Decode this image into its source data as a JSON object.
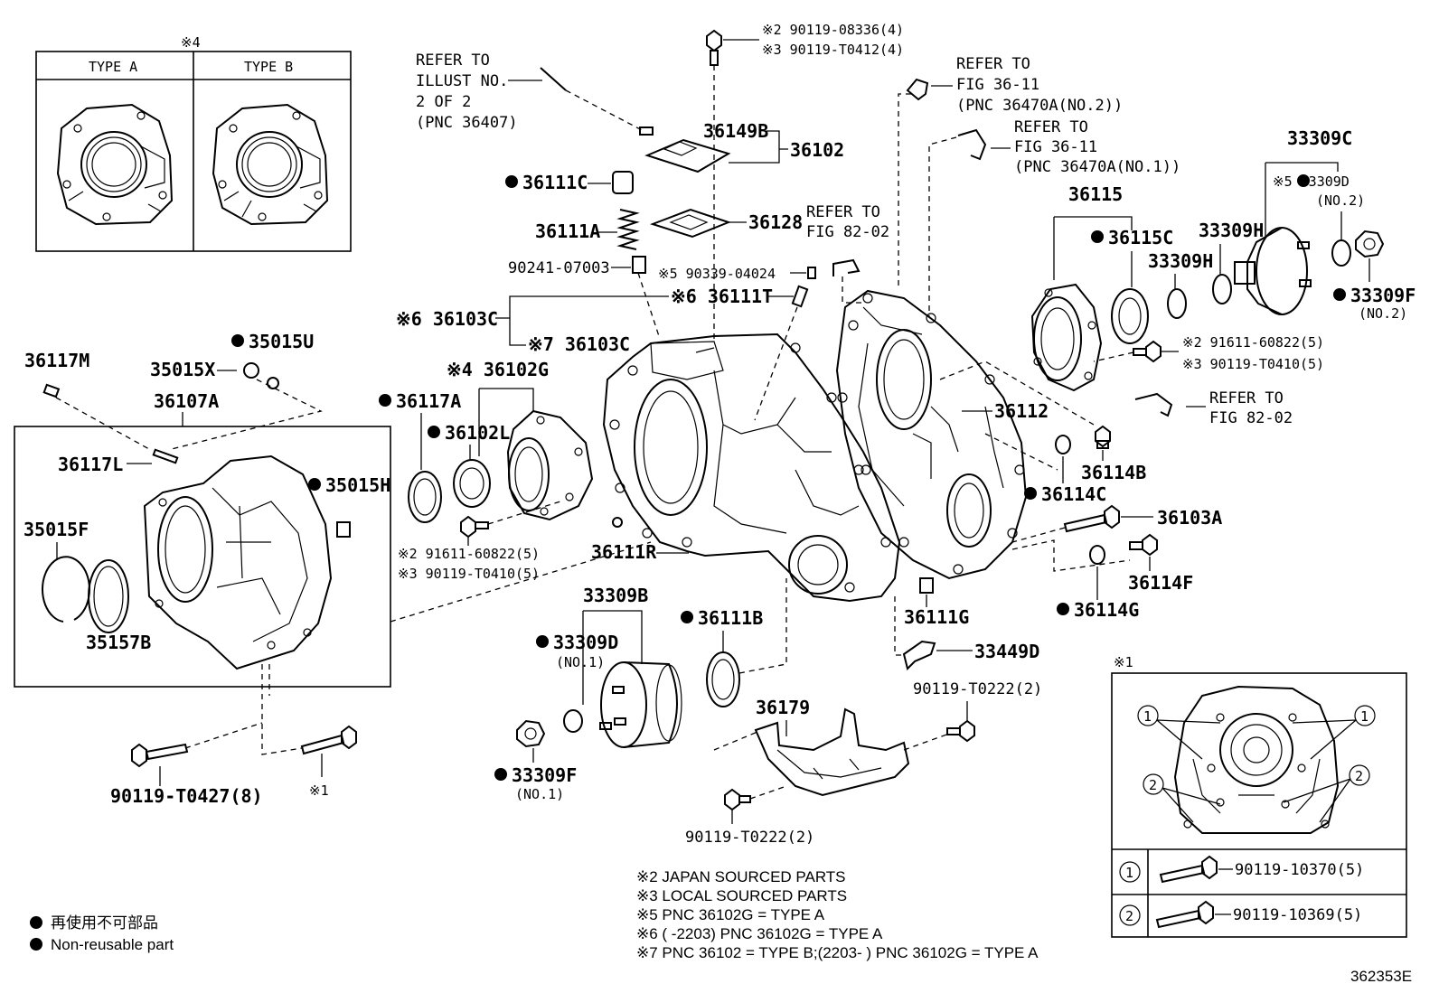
{
  "header": {
    "type_box_mark": "※4",
    "type_a": "TYPE A",
    "type_b": "TYPE B",
    "inset_mark": "※1"
  },
  "references": {
    "ref1": [
      "REFER TO",
      "ILLUST NO.",
      "2 OF 2",
      "(PNC 36407)"
    ],
    "ref2": [
      "REFER TO",
      "FIG 36-11",
      "(PNC 36470A(NO.2))"
    ],
    "ref3": [
      "REFER TO",
      "FIG 36-11",
      "(PNC 36470A(NO.1))"
    ],
    "ref4": [
      "REFER TO",
      "FIG 82-02"
    ],
    "ref5": [
      "REFER TO",
      "FIG 82-02"
    ]
  },
  "labels": {
    "p36117M": "36117M",
    "p35015X": "35015X",
    "p35015U": "35015U",
    "p36107A": "36107A",
    "p36117L": "36117L",
    "p35015H": "35015H",
    "p35015F": "35015F",
    "p35157B": "35157B",
    "p90119T0427": "90119-T0427(8)",
    "p_mark1": "※1",
    "p36111C": "36111C",
    "p36111A": "36111A",
    "p90241": "90241-07003",
    "p36149B": "36149B",
    "p36102": "36102",
    "p36128": "36128",
    "bolt_top_1": "※2 90119-08336(4)",
    "bolt_top_2": "※3 90119-T0412(4)",
    "p90339": "※5 90339-04024",
    "p36111T": "※6 36111T",
    "p36103C_6": "※6 36103C",
    "p36103C_7": "※7 36103C",
    "p36102G": "※4 36102G",
    "p36117A": "36117A",
    "p36102L": "36102L",
    "bolt_mid_1": "※2 91611-60822(5)",
    "bolt_mid_2": "※3 90119-T0410(5)",
    "p36111R": "36111R",
    "p33309B": "33309B",
    "p33309D_left": "33309D",
    "no1_a": "(NO.1)",
    "p33309F_left": "33309F",
    "no1_b": "(NO.1)",
    "p36111B": "36111B",
    "p36179": "36179",
    "p90119T0222_a": "90119-T0222(2)",
    "p90119T0222_b": "90119-T0222(2)",
    "p33449D": "33449D",
    "p36111G": "36111G",
    "p36112": "36112",
    "p36115": "36115",
    "p36115C": "36115C",
    "p33309C": "33309C",
    "p33309D_right": "※5 33309D",
    "no2_a": "(NO.2)",
    "p33309H_a": "33309H",
    "p33309H_b": "33309H",
    "p33309F_right": "33309F",
    "no2_b": "(NO.2)",
    "bolt_right_1": "※2 91611-60822(5)",
    "bolt_right_2": "※3 90119-T0410(5)",
    "p36114B": "36114B",
    "p36114C": "36114C",
    "p36103A": "36103A",
    "p36114F": "36114F",
    "p36114G": "36114G",
    "inset_bolt_1": "90119-10370(5)",
    "inset_bolt_2": "90119-10369(5)",
    "circle_1": "1",
    "circle_2": "2"
  },
  "legend": {
    "jp": "再使用不可部品",
    "en": "Non-reusable part"
  },
  "notes": [
    "※2 JAPAN SOURCED PARTS",
    "※3 LOCAL SOURCED PARTS",
    "※5 PNC 36102G = TYPE A",
    "※6 (        -2203) PNC 36102G = TYPE A",
    "※7 PNC 36102 = TYPE B;(2203-        ) PNC 36102G = TYPE A"
  ],
  "figure_id": "362353E"
}
